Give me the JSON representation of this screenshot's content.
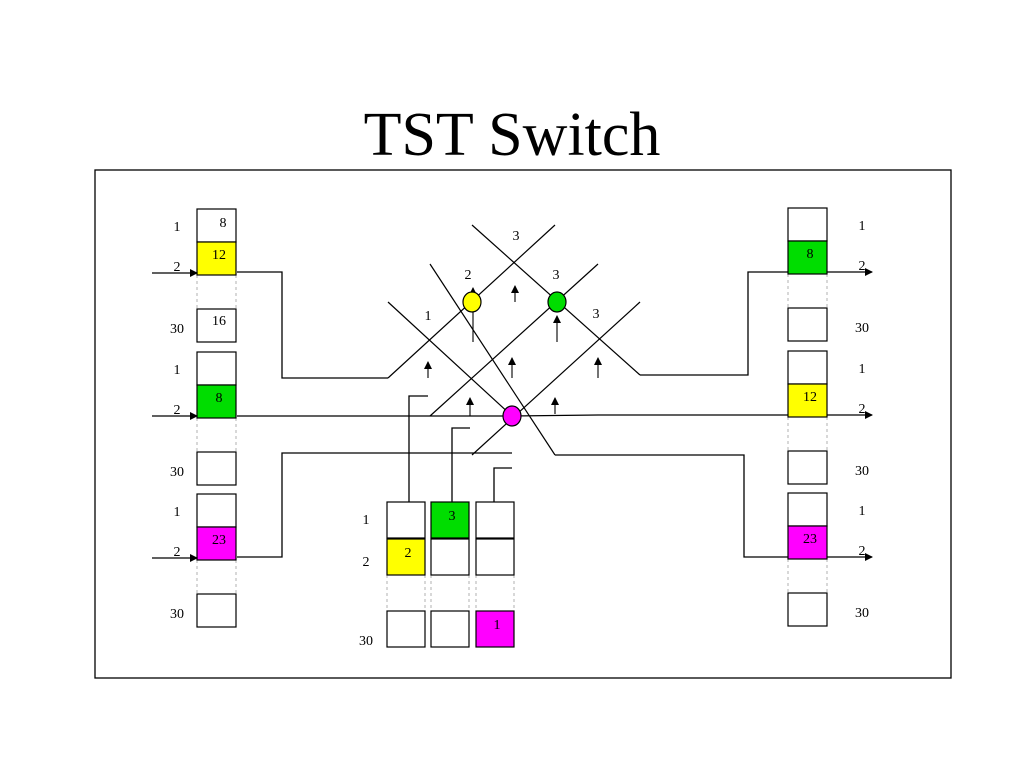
{
  "title": "TST Switch",
  "colors": {
    "yellow": "#ffff00",
    "green": "#00dd00",
    "magenta": "#ff00ff",
    "line": "#000000",
    "dashed": "#b0b0b0"
  },
  "slot_labels": {
    "first": "1",
    "second": "2",
    "last": "30"
  },
  "input_frames": [
    {
      "slot1": "8",
      "slot2": "12",
      "slot30": "16",
      "slot2_color": "yellow"
    },
    {
      "slot1": "",
      "slot2": "8",
      "slot30": "",
      "slot2_color": "green"
    },
    {
      "slot1": "",
      "slot2": "23",
      "slot30": "",
      "slot2_color": "magenta"
    }
  ],
  "output_frames": [
    {
      "slot1": "",
      "slot2": "8",
      "slot30": "",
      "slot2_color": "green"
    },
    {
      "slot1": "",
      "slot2": "12",
      "slot30": "",
      "slot2_color": "yellow"
    },
    {
      "slot1": "",
      "slot2": "23",
      "slot30": "",
      "slot2_color": "magenta"
    }
  ],
  "control_memory": {
    "row_labels": [
      "1",
      "2",
      "30"
    ],
    "columns": [
      {
        "cells": [
          "",
          "2",
          ""
        ],
        "colors": [
          "",
          "yellow",
          ""
        ]
      },
      {
        "cells": [
          "3",
          "",
          ""
        ],
        "colors": [
          "green",
          "",
          ""
        ]
      },
      {
        "cells": [
          "",
          "",
          "1"
        ],
        "colors": [
          "",
          "",
          "magenta"
        ]
      }
    ]
  },
  "crosspoint_labels": [
    "1",
    "2",
    "3",
    "3",
    "3"
  ],
  "crosspoints": [
    {
      "name": "crosspoint-yellow",
      "color": "yellow"
    },
    {
      "name": "crosspoint-green",
      "color": "green"
    },
    {
      "name": "crosspoint-magenta",
      "color": "magenta"
    }
  ]
}
